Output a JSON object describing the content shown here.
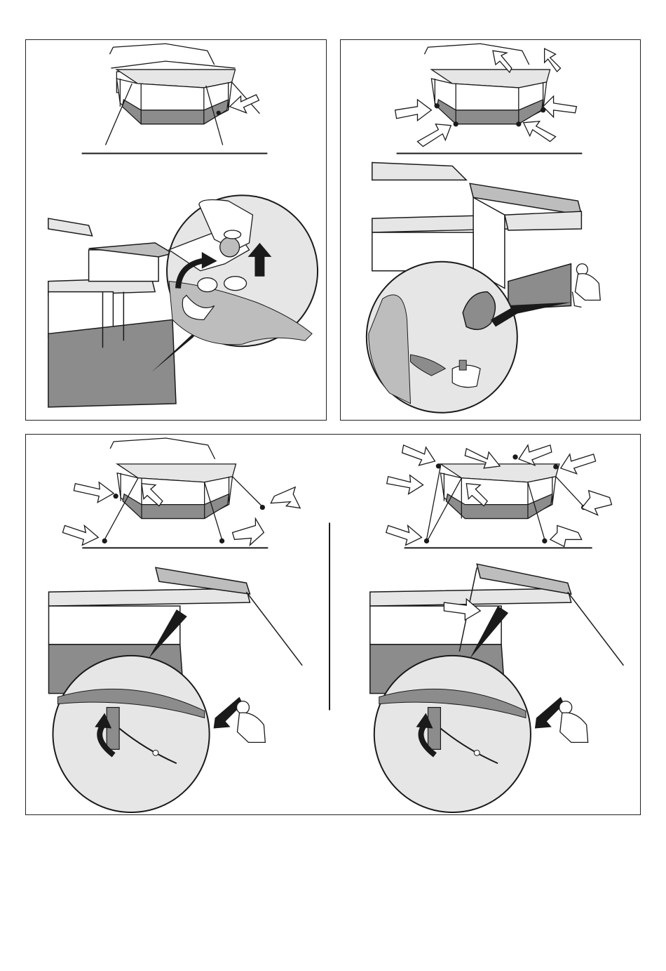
{
  "document": {
    "type": "assembly-instructions",
    "panels": [
      {
        "id": "p1",
        "steps": [
          "overview-guylines",
          "inflate-valve"
        ],
        "icons": [
          "curved-arrow-icon",
          "up-arrow-icon"
        ]
      },
      {
        "id": "p2",
        "steps": [
          "peg-points-overview",
          "hammer-pegs"
        ],
        "icons": [
          "mallet-icon",
          "arrow-icon"
        ]
      },
      {
        "id": "p3",
        "steps": [
          "guyline-front-pegs",
          "guyline-all-pegs"
        ],
        "icons": [
          "tension-arrow-icon",
          "down-arrow-icon"
        ]
      }
    ]
  },
  "colors": {
    "line": "#1a1a1a",
    "fabric_dark": "#8c8c8c",
    "fabric_mid": "#bdbdbd",
    "fabric_light": "#e6e6e6",
    "background": "#ffffff"
  }
}
